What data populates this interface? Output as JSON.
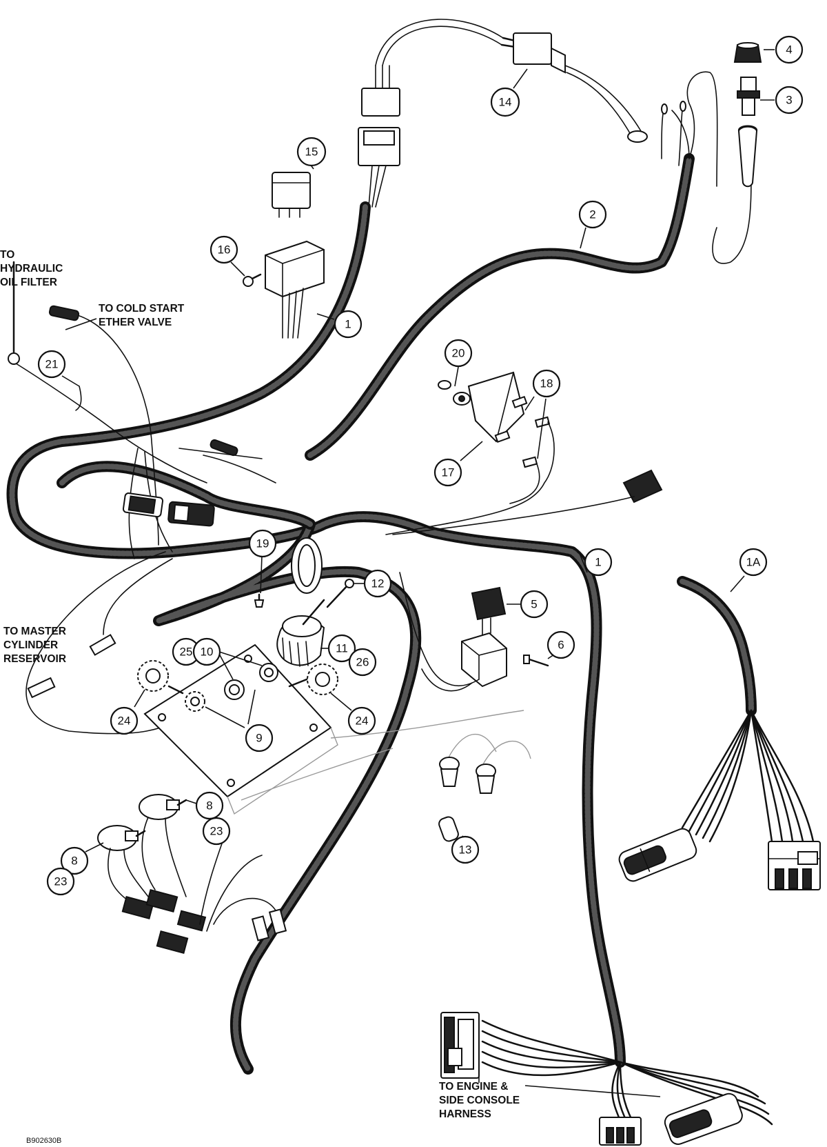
{
  "figure_id": "B902630B",
  "labels": {
    "hydraulic_1": "TO",
    "hydraulic_2": "HYDRAULIC",
    "hydraulic_3": "OIL FILTER",
    "ether_1": "TO COLD START",
    "ether_2": "ETHER VALVE",
    "master_1": "TO MASTER",
    "master_2": "CYLINDER",
    "master_3": "RESERVOIR",
    "engine_1": "TO ENGINE &",
    "engine_2": "SIDE CONSOLE",
    "engine_3": "HARNESS"
  },
  "callouts": {
    "c1a": "1",
    "c1b": "1",
    "c1A": "1A",
    "c2": "2",
    "c3": "3",
    "c4": "4",
    "c5": "5",
    "c6": "6",
    "c8a": "8",
    "c8b": "8",
    "c9": "9",
    "c10": "10",
    "c11": "11",
    "c12": "12",
    "c13": "13",
    "c14": "14",
    "c15": "15",
    "c16": "16",
    "c17": "17",
    "c18": "18",
    "c19": "19",
    "c20": "20",
    "c21": "21",
    "c23a": "23",
    "c23b": "23",
    "c24a": "24",
    "c24b": "24",
    "c25": "25",
    "c26": "26"
  }
}
